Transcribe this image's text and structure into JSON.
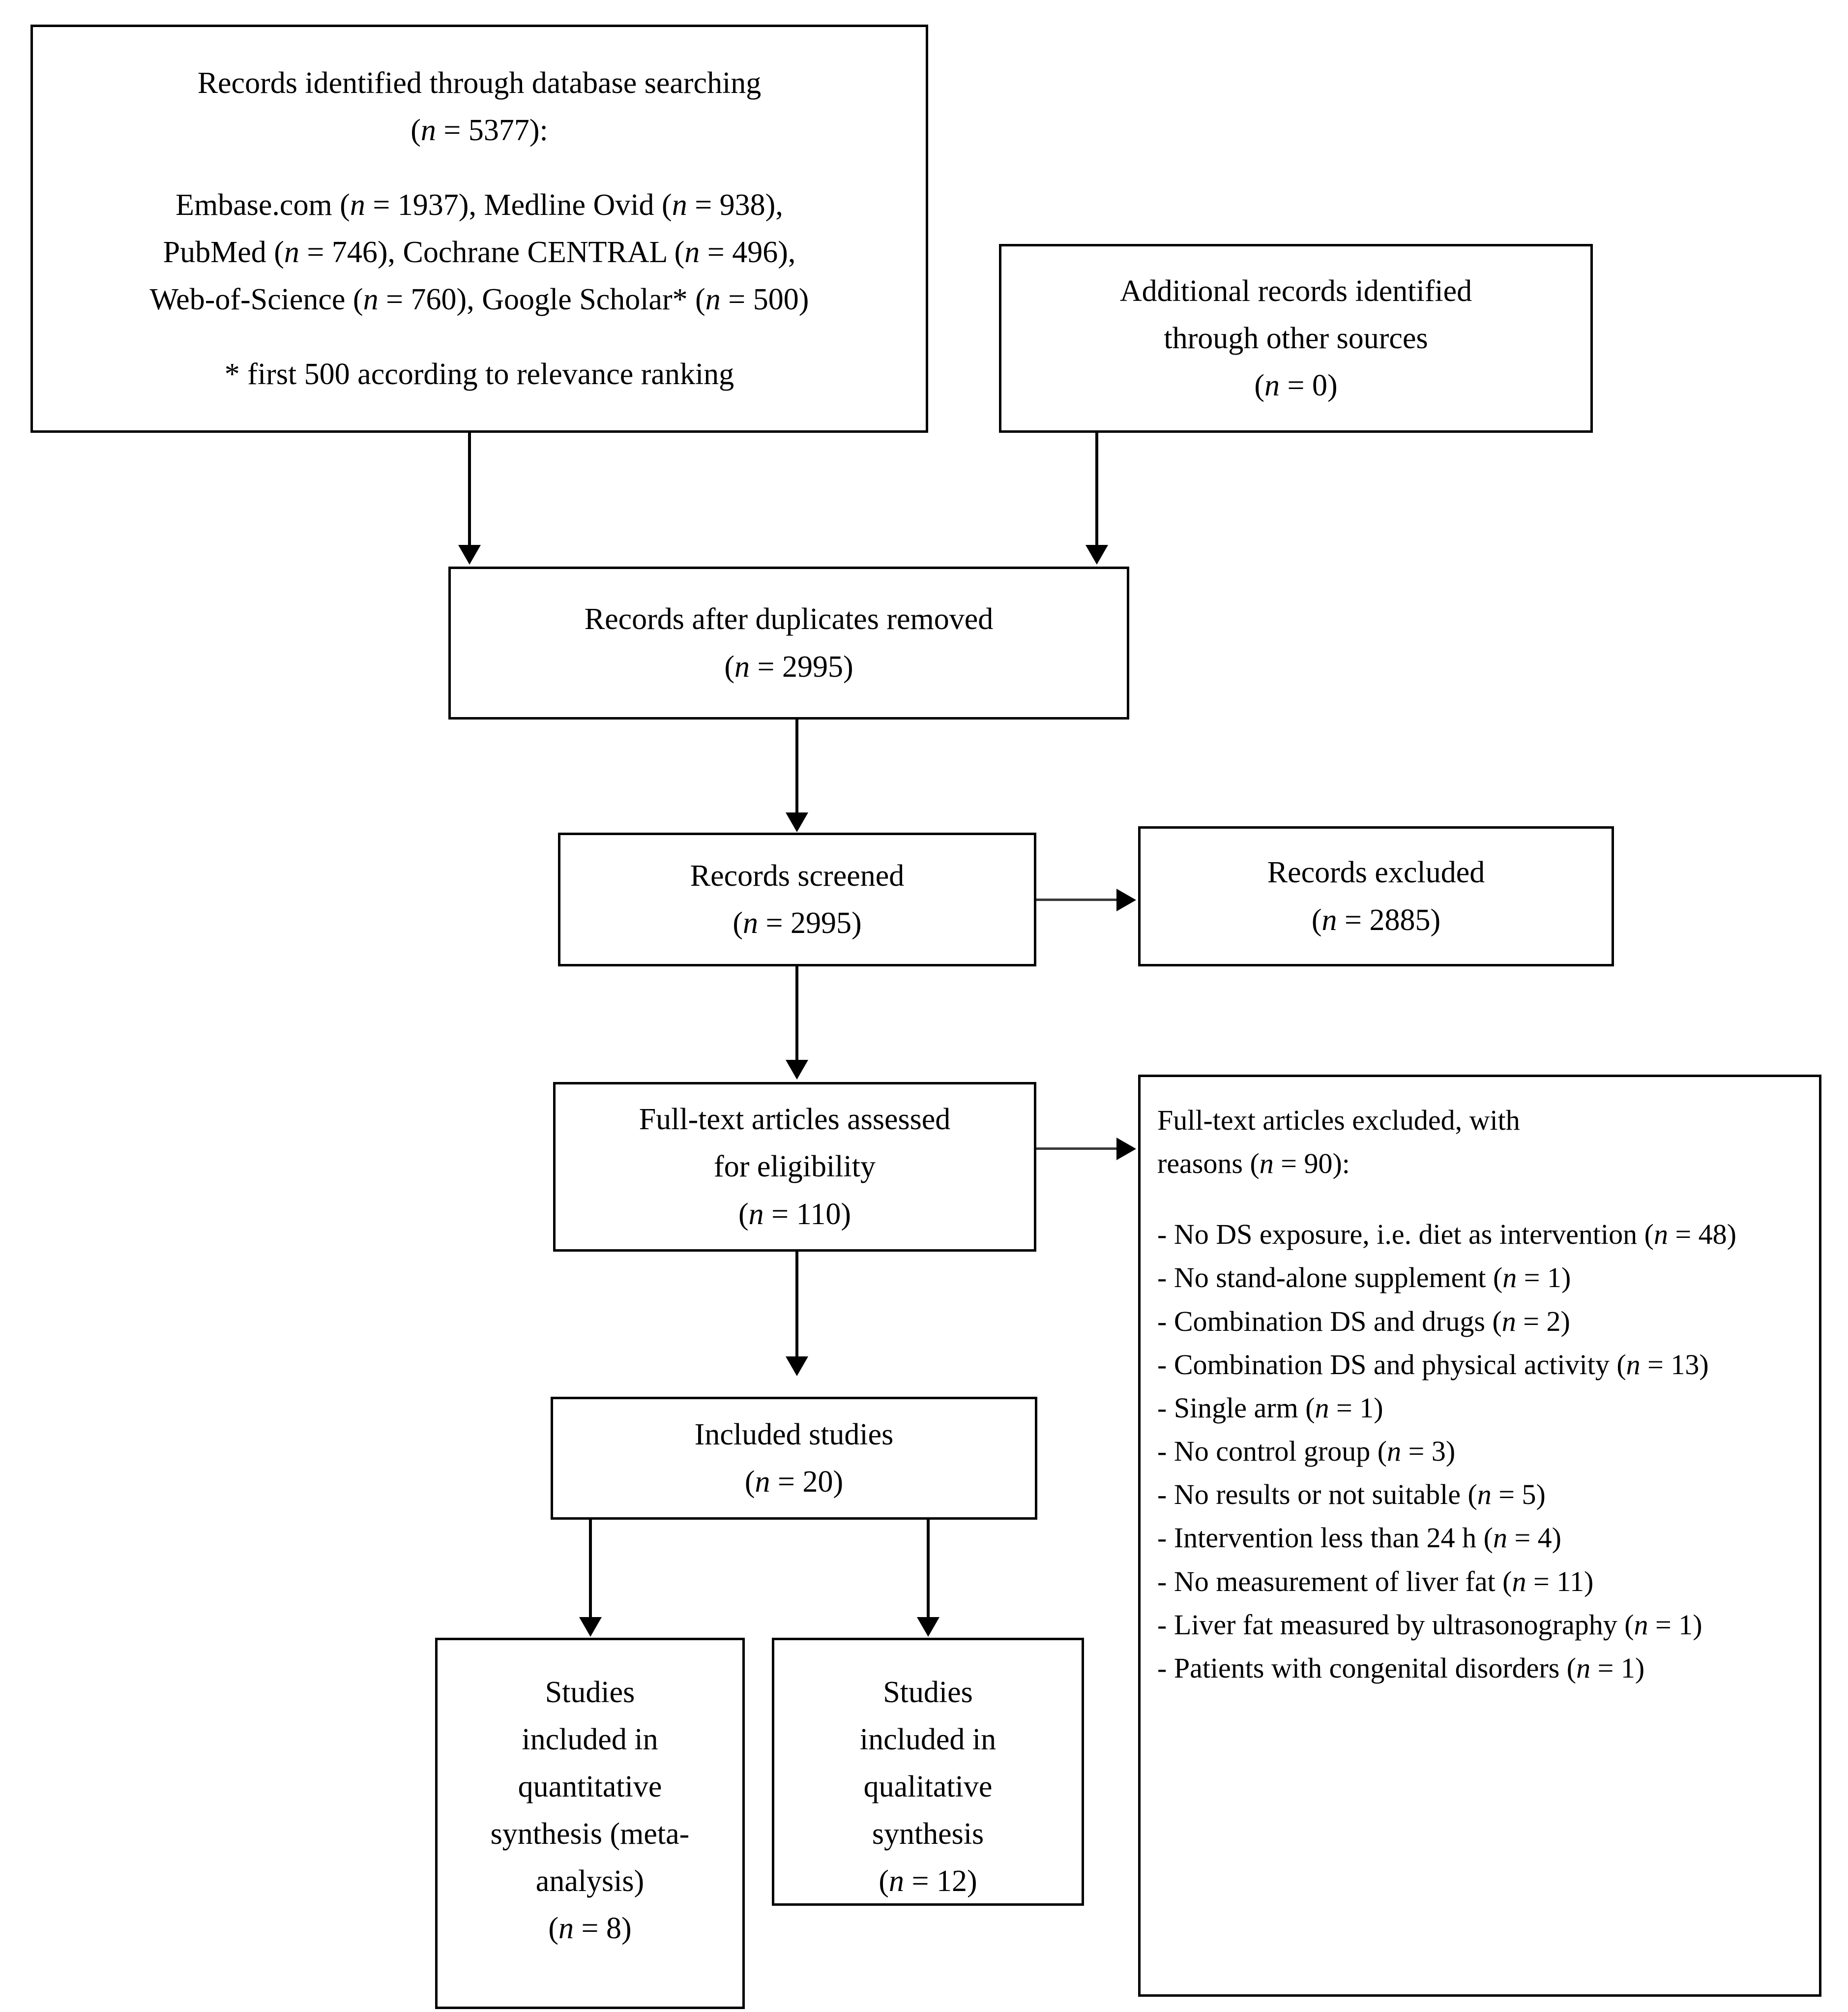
{
  "diagram": {
    "type": "prisma-flow-diagram",
    "boxes": {
      "identified": {
        "title": "Records identified through database searching",
        "count_line": "(n = 5377):",
        "sources_line_1": "Embase.com (n = 1937), Medline Ovid (n = 938),",
        "sources_line_2": "PubMed (n = 746), Cochrane CENTRAL (n = 496),",
        "sources_line_3": "Web-of-Science (n = 760), Google Scholar* (n = 500)",
        "footnote": "* first 500 according to relevance ranking"
      },
      "additional": {
        "line_1": "Additional records identified",
        "line_2": "through other sources",
        "count_line": "(n = 0)"
      },
      "duplicates_removed": {
        "title": "Records after duplicates removed",
        "count_line": "(n = 2995)"
      },
      "screened": {
        "title": "Records screened",
        "count_line": "(n = 2995)"
      },
      "records_excluded": {
        "title": "Records excluded",
        "count_line": "(n = 2885)"
      },
      "fulltext_assessed": {
        "line_1": "Full-text articles assessed",
        "line_2": "for eligibility",
        "count_line": "(n = 110)"
      },
      "fulltext_excluded": {
        "heading_line_1": "Full-text articles excluded, with",
        "heading_line_2": "reasons (n = 90):",
        "reasons": [
          "- No DS exposure, i.e. diet as intervention (n = 48)",
          "- No stand-alone supplement (n = 1)",
          "- Combination DS and drugs (n = 2)",
          "- Combination DS and physical activity (n = 13)",
          "- Single arm (n = 1)",
          "- No control group (n = 3)",
          "- No results or not suitable (n = 5)",
          "- Intervention less than 24 h (n = 4)",
          "- No measurement of liver fat (n = 11)",
          "- Liver fat measured by ultrasonography (n = 1)",
          "- Patients with congenital disorders (n = 1)"
        ]
      },
      "included_studies": {
        "title": "Included studies",
        "count_line": "(n = 20)"
      },
      "quantitative": {
        "line_1": "Studies",
        "line_2": "included in",
        "line_3": "quantitative",
        "line_4": "synthesis (meta-",
        "line_5": "analysis)",
        "count_line": "(n = 8)"
      },
      "qualitative": {
        "line_1": "Studies",
        "line_2": "included in",
        "line_3": "qualitative",
        "line_4": "synthesis",
        "count_line": "(n = 12)"
      }
    },
    "colors": {
      "stroke": "#000000",
      "background": "#ffffff",
      "text": "#000000"
    }
  }
}
